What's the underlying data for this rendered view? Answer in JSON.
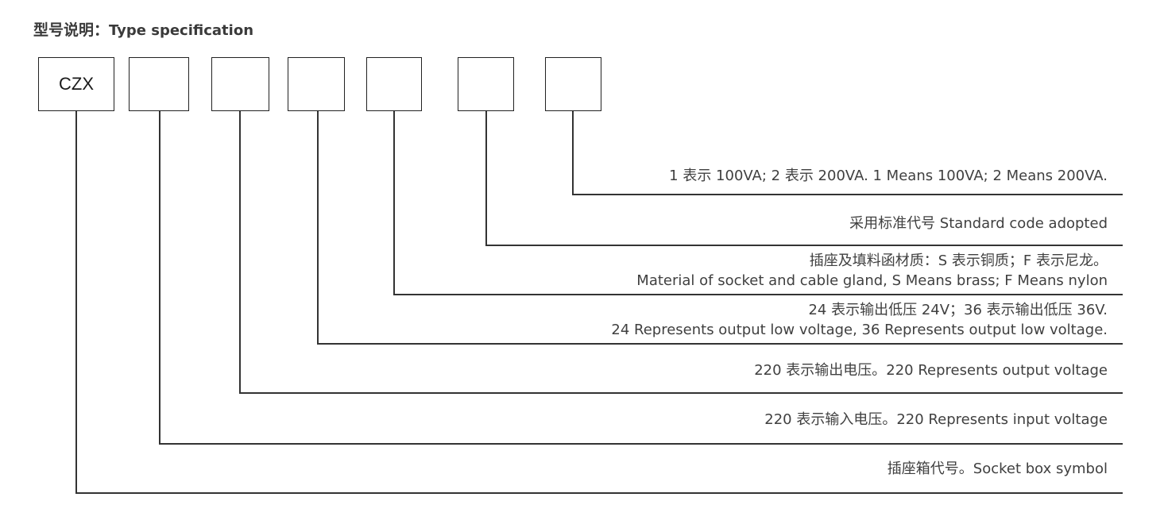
{
  "title": {
    "cn": "型号说明：",
    "en": "Type specification"
  },
  "boxes": [
    {
      "text": "CZX"
    },
    {
      "text": ""
    },
    {
      "text": ""
    },
    {
      "text": ""
    },
    {
      "text": ""
    },
    {
      "text": ""
    },
    {
      "text": ""
    }
  ],
  "descriptions": [
    {
      "lines": [
        "1 表示 100VA; 2 表示 200VA. 1 Means 100VA; 2 Means 200VA."
      ]
    },
    {
      "lines": [
        "采用标准代号  Standard code adopted"
      ]
    },
    {
      "lines": [
        "插座及填料函材质：S 表示铜质；F 表示尼龙。",
        "Material of socket and cable gland, S Means brass; F Means nylon"
      ]
    },
    {
      "lines": [
        "24 表示输出低压 24V；36 表示输出低压 36V.",
        "24 Represents output low voltage, 36 Represents output low voltage."
      ]
    },
    {
      "lines": [
        "220 表示输出电压。220 Represents output voltage"
      ]
    },
    {
      "lines": [
        "220 表示输入电压。220 Represents input voltage"
      ]
    },
    {
      "lines": [
        "插座箱代号。Socket box symbol"
      ]
    }
  ]
}
